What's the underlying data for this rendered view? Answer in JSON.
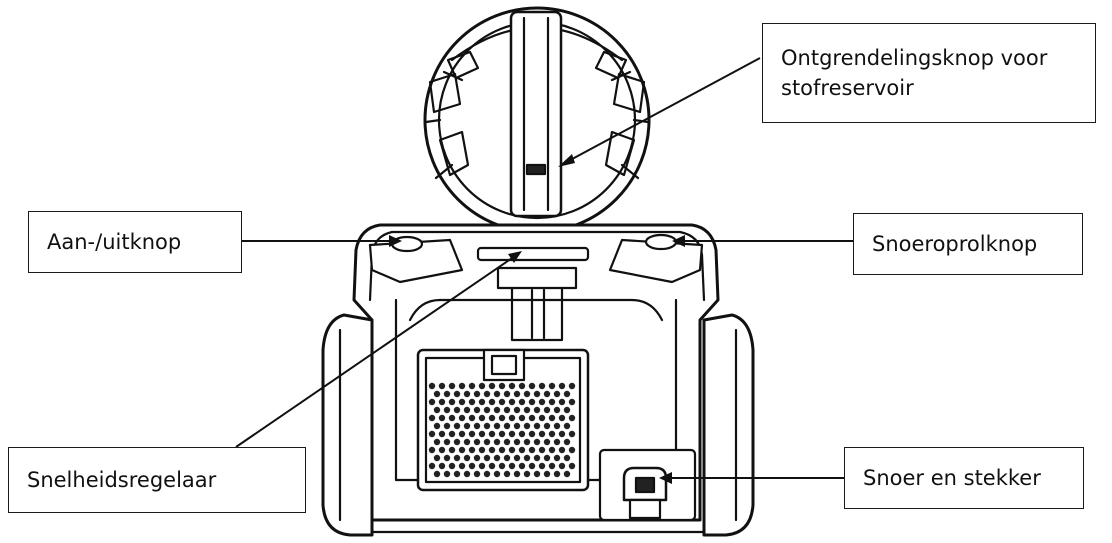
{
  "callouts": {
    "dust_release": "Ontgrendelingsknop voor\nstofreservoir",
    "power": "Aan-/uitknop",
    "cord_rewind": "Snoeroprolknop",
    "speed": "Snelheidsregelaar",
    "cord_plug": "Snoer en stekker"
  }
}
